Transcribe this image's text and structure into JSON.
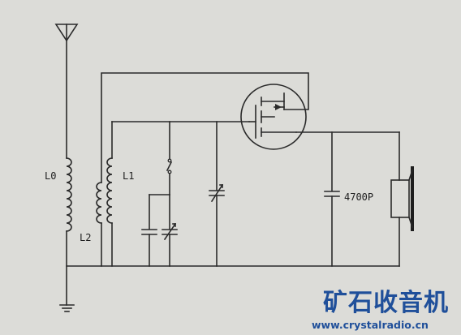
{
  "diagram": {
    "title": "",
    "labels": {
      "l0": "L0",
      "l1": "L1",
      "l2": "L2",
      "cap": "4700P"
    },
    "components": [
      {
        "name": "antenna",
        "type": "antenna"
      },
      {
        "name": "inductor-l0",
        "type": "inductor"
      },
      {
        "name": "inductor-l2",
        "type": "inductor"
      },
      {
        "name": "inductor-l1",
        "type": "inductor"
      },
      {
        "name": "switch",
        "type": "switch"
      },
      {
        "name": "trimmer-capacitor",
        "type": "capacitor"
      },
      {
        "name": "fixed-capacitor",
        "type": "capacitor"
      },
      {
        "name": "variable-capacitor",
        "type": "variable-capacitor"
      },
      {
        "name": "fet",
        "type": "transistor"
      },
      {
        "name": "capacitor-4700p",
        "type": "capacitor"
      },
      {
        "name": "speaker",
        "type": "speaker"
      },
      {
        "name": "ground",
        "type": "ground"
      }
    ]
  },
  "watermark": {
    "chinese": "矿石收音机",
    "url": "www.crystalradio.cn"
  },
  "colors": {
    "background": "#dcdcd8",
    "ink": "#2a2a2a",
    "watermark": "#1f4f9a"
  }
}
